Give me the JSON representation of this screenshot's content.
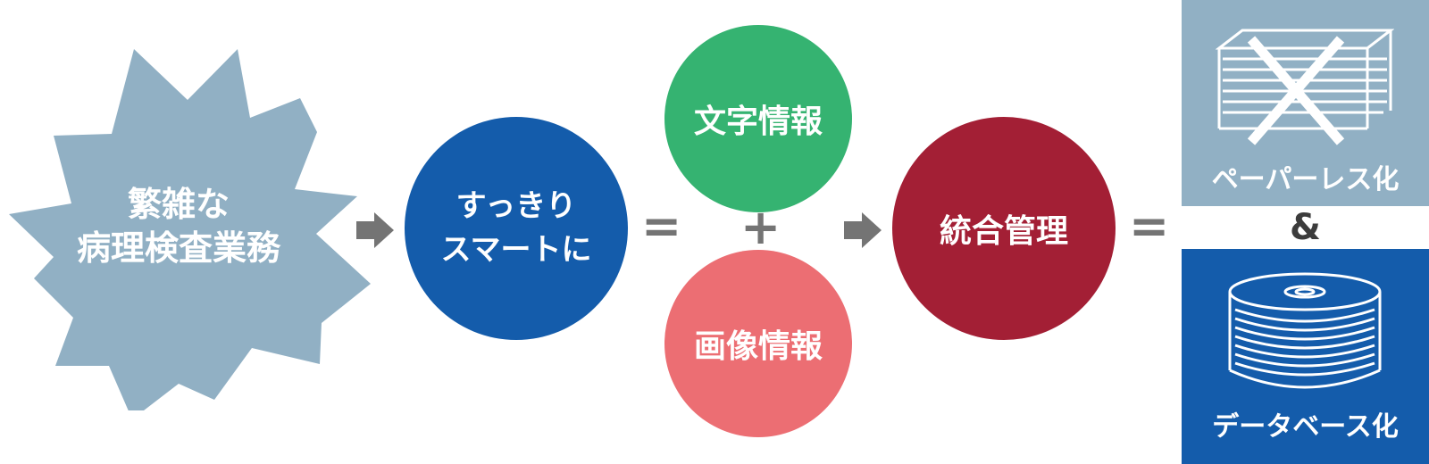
{
  "burst": {
    "line1": "繁雑な",
    "line2": "病理検査業務"
  },
  "smart": {
    "line1": "すっきり",
    "line2": "スマートに"
  },
  "text_info": "文字情報",
  "image_info": "画像情報",
  "unified": "統合管理",
  "operators": {
    "equals": "=",
    "plus": "+",
    "and": "&"
  },
  "paperless": {
    "label": "ペーパーレス化"
  },
  "database": {
    "label": "データベース化"
  },
  "colors": {
    "burst": "#91b0c4",
    "smart": "#145cab",
    "text_info": "#35b371",
    "image_info": "#ec6e73",
    "unified": "#a31f35",
    "paperless_bg": "#91b0c4",
    "database_bg": "#145cab",
    "operator": "#747474"
  },
  "icons": [
    "right-arrow-icon",
    "paper-stack-crossed-icon",
    "disk-stack-icon"
  ]
}
